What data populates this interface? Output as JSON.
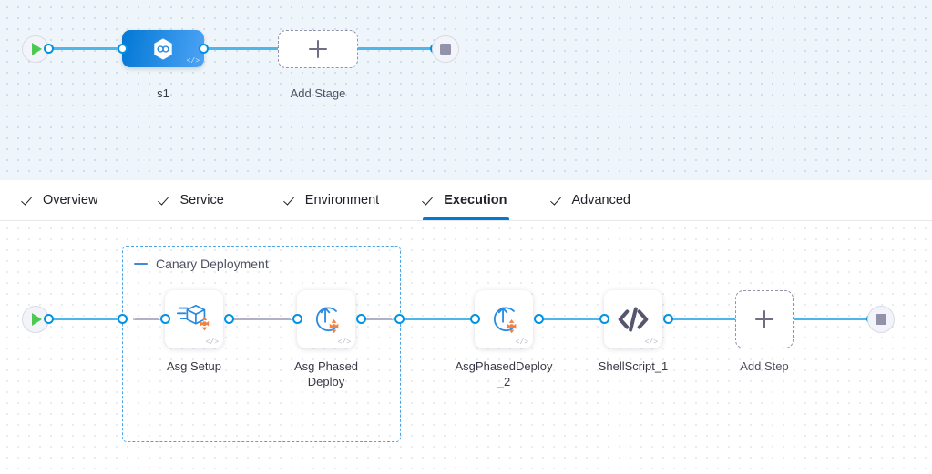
{
  "pipeline": {
    "top_canvas": {
      "start_node": {
        "icon": "play-icon",
        "name": "pipeline-start"
      },
      "end_node": {
        "icon": "stop-icon",
        "name": "pipeline-end"
      },
      "stages": [
        {
          "id": "s1",
          "label": "s1",
          "icon": "harness-hexagon-icon",
          "badge": "</>",
          "type": "deployment"
        }
      ],
      "add_stage": {
        "label": "Add Stage",
        "icon": "plus-icon"
      }
    },
    "tabs": [
      {
        "id": "overview",
        "label": "Overview",
        "checked": true,
        "active": false
      },
      {
        "id": "service",
        "label": "Service",
        "checked": true,
        "active": false
      },
      {
        "id": "environment",
        "label": "Environment",
        "checked": true,
        "active": false
      },
      {
        "id": "execution",
        "label": "Execution",
        "checked": true,
        "active": true
      },
      {
        "id": "advanced",
        "label": "Advanced",
        "checked": true,
        "active": false
      }
    ],
    "execution_canvas": {
      "start_node": {
        "icon": "play-icon",
        "name": "execution-start"
      },
      "end_node": {
        "icon": "stop-icon",
        "name": "execution-end"
      },
      "group": {
        "title": "Canary Deployment",
        "collapse_icon": "minus-icon"
      },
      "steps": [
        {
          "id": "asg-setup",
          "label": "Asg Setup",
          "icon": "asg-setup-icon",
          "badge": "</>",
          "in_group": true
        },
        {
          "id": "asg-phased-deploy",
          "label": "Asg Phased Deploy",
          "icon": "asg-phased-deploy-icon",
          "badge": "</>",
          "in_group": true
        },
        {
          "id": "asg-phased-deploy-2",
          "label": "AsgPhasedDeploy_2",
          "icon": "asg-phased-deploy-icon",
          "badge": "</>",
          "in_group": false
        },
        {
          "id": "shellscript-1",
          "label": "ShellScript_1",
          "icon": "code-brackets-icon",
          "badge": "</>",
          "in_group": false
        }
      ],
      "add_step": {
        "label": "Add Step",
        "icon": "plus-icon"
      }
    }
  },
  "colors": {
    "accent_blue": "#0278d5",
    "link_blue": "#4fb6ea",
    "port_blue": "#0092e4",
    "group_border": "#49a3e8",
    "start_green": "#4dc952",
    "stop_gray": "#9293ab",
    "aws_orange": "#f4813f",
    "canvas_top_bg": "#eef6fb",
    "canvas_bottom_bg": "#ffffff",
    "label_text": "#383946"
  }
}
